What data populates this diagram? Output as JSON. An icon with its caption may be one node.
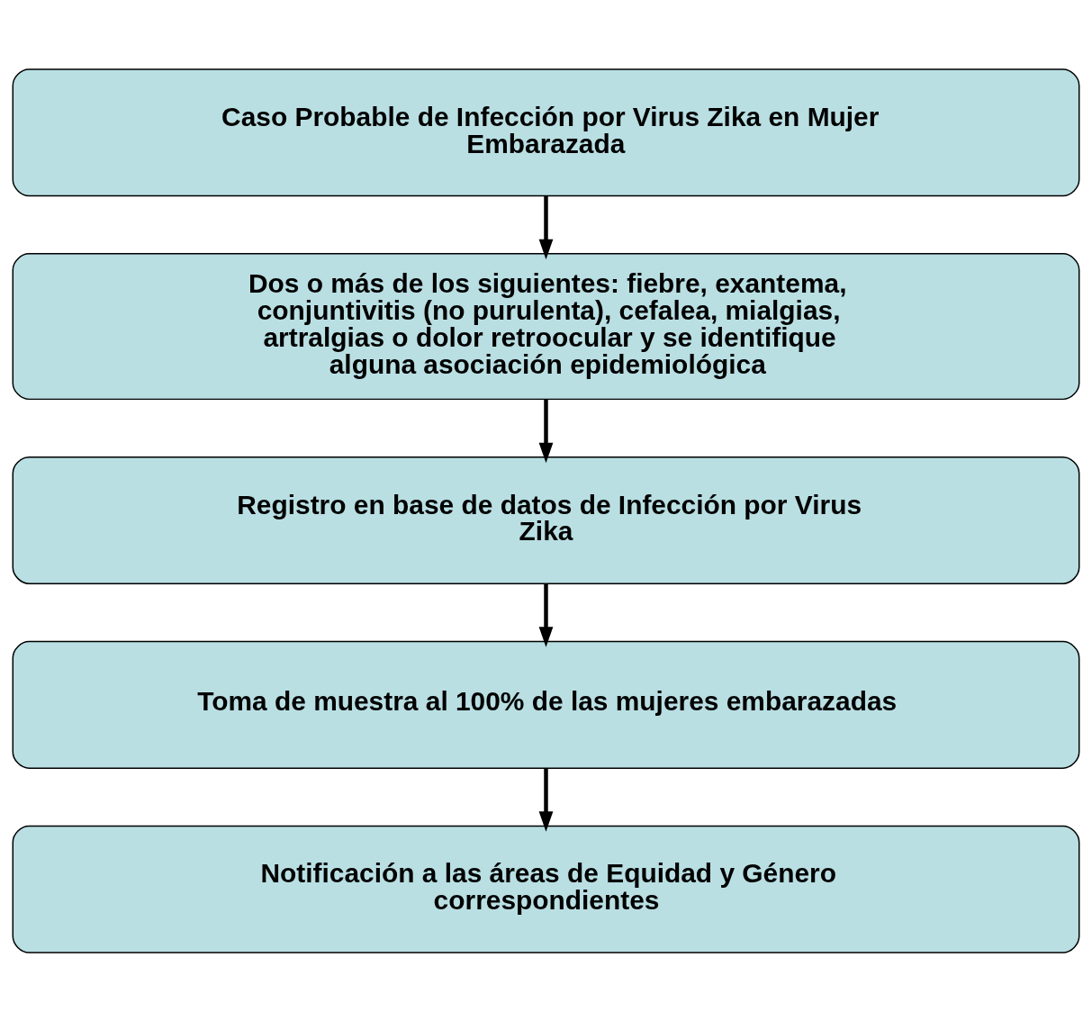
{
  "diagram": {
    "nodes": [
      {
        "text": [
          "Caso Probable de Infección por Virus Zika en Mujer Embarazada"
        ]
      },
      {
        "text": [
          "Dos o más de los siguientes: fiebre, exantema, conjuntivitis (no purulenta), cefalea, mialgias, artralgias o dolor retroocular y se identifique alguna asociación epidemiológica"
        ]
      },
      {
        "text": [
          "Registro en base de datos de Infección por Virus Zika"
        ]
      },
      {
        "text": [
          "Toma de muestra al 100% de las mujeres embarazadas"
        ]
      },
      {
        "text": [
          "Notificación a las áreas de Equidad y Género correspondientes"
        ]
      }
    ],
    "edges": [
      {
        "from": 0,
        "to": 1,
        "arrow": "to"
      },
      {
        "from": 1,
        "to": 2,
        "arrow": "to"
      },
      {
        "from": 2,
        "to": 3,
        "arrow": "to"
      },
      {
        "from": 3,
        "to": 4,
        "arrow": "to"
      }
    ]
  }
}
